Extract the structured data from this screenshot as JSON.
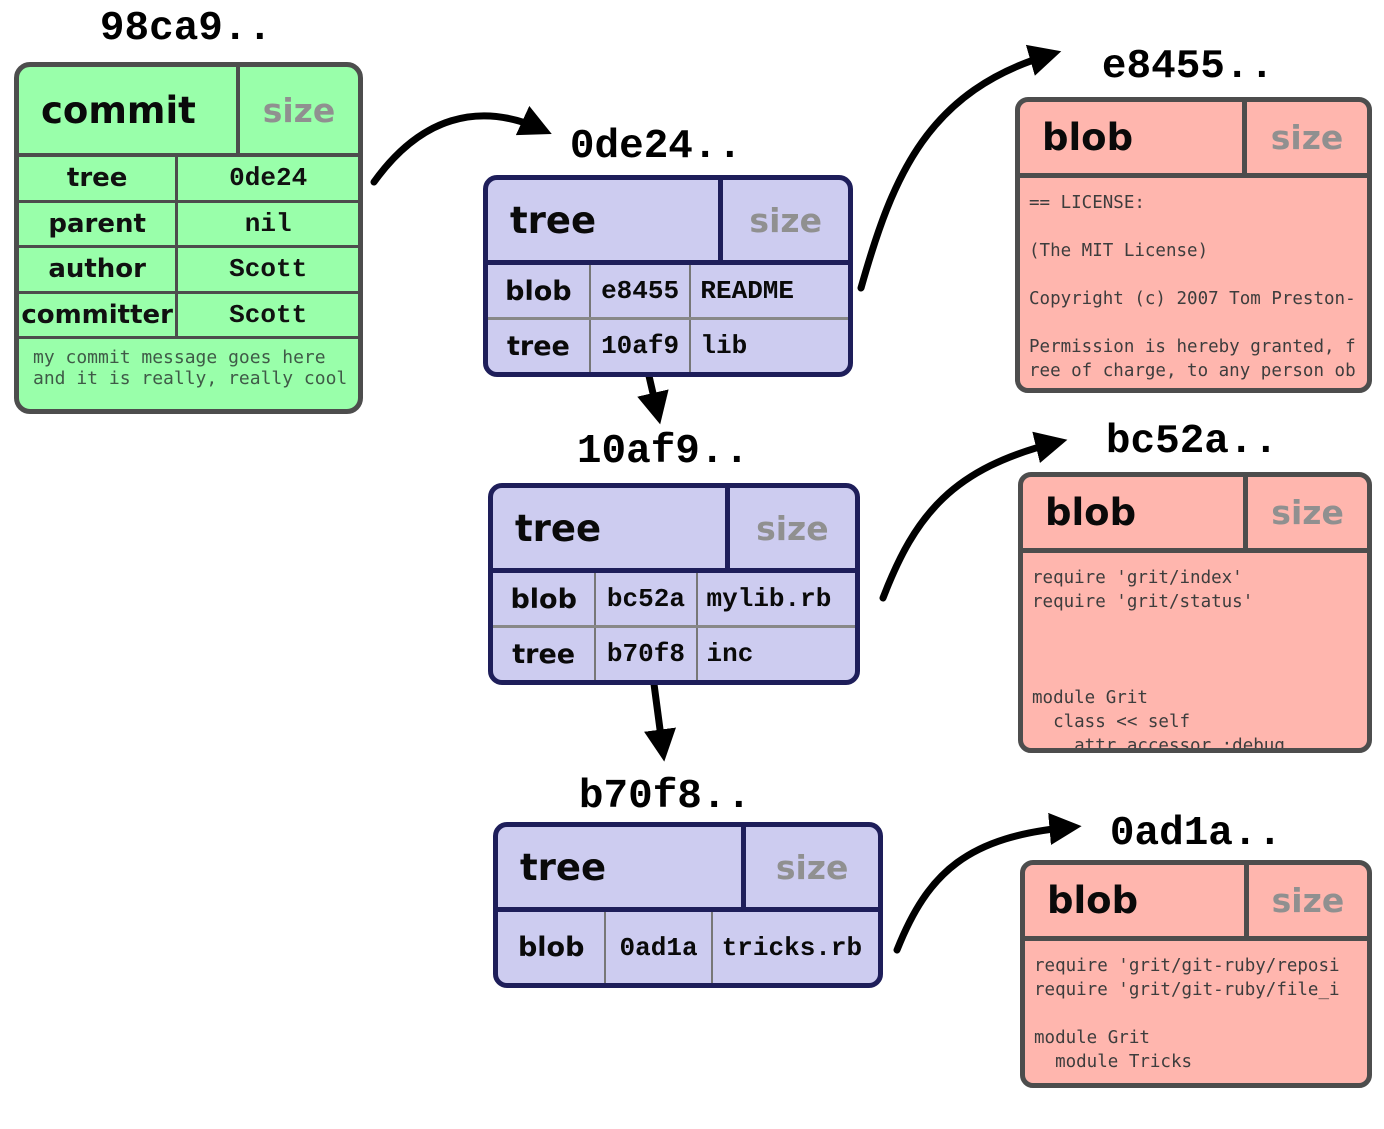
{
  "commit": {
    "label": "98ca9..",
    "type": "commit",
    "size_label": "size",
    "fields": [
      {
        "key": "tree",
        "value": "0de24"
      },
      {
        "key": "parent",
        "value": "nil"
      },
      {
        "key": "author",
        "value": "Scott"
      },
      {
        "key": "committer",
        "value": "Scott"
      }
    ],
    "message": "my commit message goes here\nand it is really, really cool"
  },
  "trees": [
    {
      "label": "0de24..",
      "type": "tree",
      "size_label": "size",
      "entries": [
        {
          "type": "blob",
          "hash": "e8455",
          "name": "README"
        },
        {
          "type": "tree",
          "hash": "10af9",
          "name": "lib"
        }
      ]
    },
    {
      "label": "10af9..",
      "type": "tree",
      "size_label": "size",
      "entries": [
        {
          "type": "blob",
          "hash": "bc52a",
          "name": "mylib.rb"
        },
        {
          "type": "tree",
          "hash": "b70f8",
          "name": "inc"
        }
      ]
    },
    {
      "label": "b70f8..",
      "type": "tree",
      "size_label": "size",
      "entries": [
        {
          "type": "blob",
          "hash": "0ad1a",
          "name": "tricks.rb"
        }
      ]
    }
  ],
  "blobs": [
    {
      "label": "e8455..",
      "type": "blob",
      "size_label": "size",
      "content": "== LICENSE:\n\n(The MIT License)\n\nCopyright (c) 2007 Tom Preston-\n\nPermission is hereby granted, f\nree of charge, to any person ob"
    },
    {
      "label": "bc52a..",
      "type": "blob",
      "size_label": "size",
      "content": "require 'grit/index'\nrequire 'grit/status'\n\n\n\nmodule Grit\n  class << self\n    attr_accessor :debug"
    },
    {
      "label": "0ad1a..",
      "type": "blob",
      "size_label": "size",
      "content": "require 'grit/git-ruby/reposi\nrequire 'grit/git-ruby/file_i\n\nmodule Grit\n  module Tricks"
    }
  ],
  "colors": {
    "commit_fill": "#99ffaa",
    "tree_fill": "#cdccf0",
    "blob_fill": "#ffb6ae",
    "tree_border": "#1e1e5a",
    "neutral_border": "#4d4d4d",
    "size_text": "#909090",
    "arrow": "#000000"
  }
}
